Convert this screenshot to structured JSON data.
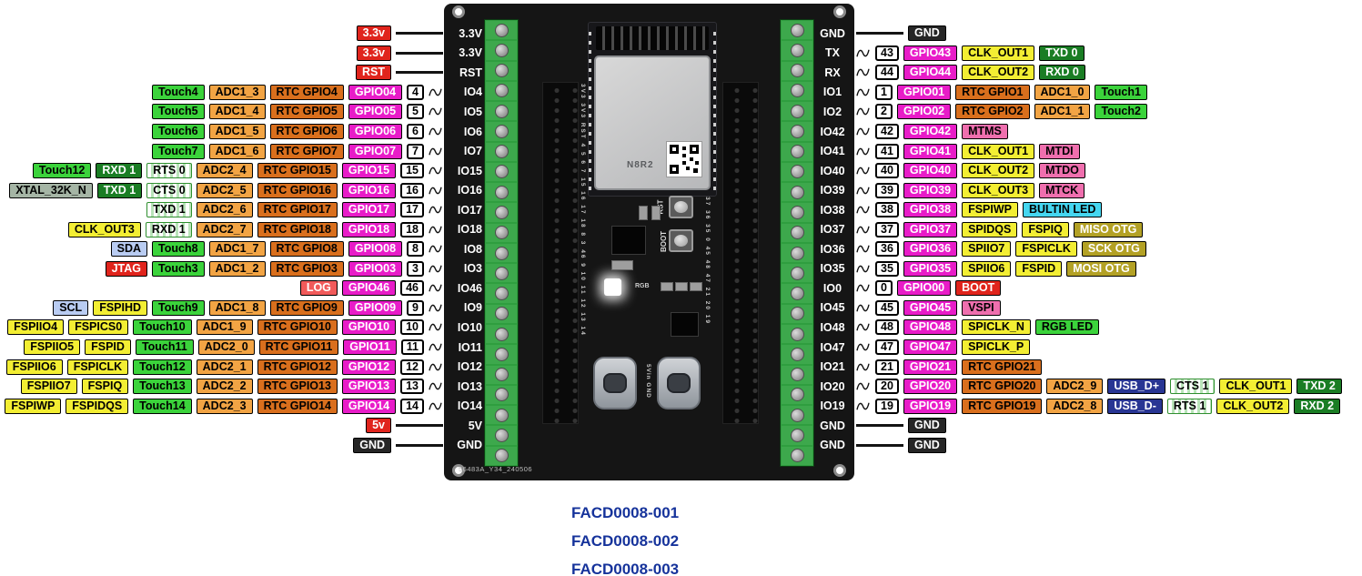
{
  "colors": {
    "caption": "#16339b",
    "board": "#151515",
    "terminal_green": "#3da84c"
  },
  "palette": {
    "red": {
      "bg": "#e0241c",
      "fg": "#ffffff"
    },
    "salmon": {
      "bg": "#f15a5a",
      "fg": "#ffffff"
    },
    "black": {
      "bg": "#262626",
      "fg": "#ffffff"
    },
    "green": {
      "bg": "#3bd33b",
      "fg": "#000000"
    },
    "dkgreen": {
      "bg": "#1a7d24",
      "fg": "#ffffff"
    },
    "orange": {
      "bg": "#f2a444",
      "fg": "#000000"
    },
    "dkorange": {
      "bg": "#d96f1d",
      "fg": "#000000"
    },
    "magenta": {
      "bg": "#e81cc8",
      "fg": "#ffffff"
    },
    "yellow": {
      "bg": "#f3ee33",
      "fg": "#000000"
    },
    "blue": {
      "bg": "#b9ccf2",
      "fg": "#000000"
    },
    "pink": {
      "bg": "#ef6fae",
      "fg": "#000000"
    },
    "cyan": {
      "bg": "#45d6f0",
      "fg": "#000000"
    },
    "olive": {
      "bg": "#b3a125",
      "fg": "#ffffff"
    },
    "navy": {
      "bg": "#283593",
      "fg": "#ffffff"
    },
    "gray": {
      "bg": "#a5b5a5",
      "fg": "#000000"
    },
    "stripe": {
      "bg": "stripe",
      "fg": "#000000"
    }
  },
  "left_rows": [
    {
      "pin": "3.3V",
      "wire": true,
      "tags": [
        {
          "t": "3.3v",
          "s": "red"
        }
      ]
    },
    {
      "pin": "3.3V",
      "wire": true,
      "tags": [
        {
          "t": "3.3v",
          "s": "red"
        }
      ]
    },
    {
      "pin": "RST",
      "wire": true,
      "tags": [
        {
          "t": "RST",
          "s": "red"
        }
      ]
    },
    {
      "pin": "IO4",
      "num": "4",
      "tags": [
        {
          "t": "Touch4",
          "s": "green"
        },
        {
          "t": "ADC1_3",
          "s": "orange"
        },
        {
          "t": "RTC GPIO4",
          "s": "dkorange"
        },
        {
          "t": "GPIO04",
          "s": "magenta"
        }
      ]
    },
    {
      "pin": "IO5",
      "num": "5",
      "tags": [
        {
          "t": "Touch5",
          "s": "green"
        },
        {
          "t": "ADC1_4",
          "s": "orange"
        },
        {
          "t": "RTC GPIO5",
          "s": "dkorange"
        },
        {
          "t": "GPIO05",
          "s": "magenta"
        }
      ]
    },
    {
      "pin": "IO6",
      "num": "6",
      "tags": [
        {
          "t": "Touch6",
          "s": "green"
        },
        {
          "t": "ADC1_5",
          "s": "orange"
        },
        {
          "t": "RTC GPIO6",
          "s": "dkorange"
        },
        {
          "t": "GPIO06",
          "s": "magenta"
        }
      ]
    },
    {
      "pin": "IO7",
      "num": "7",
      "tags": [
        {
          "t": "Touch7",
          "s": "green"
        },
        {
          "t": "ADC1_6",
          "s": "orange"
        },
        {
          "t": "RTC GPIO7",
          "s": "dkorange"
        },
        {
          "t": "GPIO07",
          "s": "magenta"
        }
      ]
    },
    {
      "pin": "IO15",
      "num": "15",
      "tags": [
        {
          "t": "Touch12",
          "s": "green"
        },
        {
          "t": "RXD 1",
          "s": "dkgreen"
        },
        {
          "t": "RTS 0",
          "s": "stripe"
        },
        {
          "t": "ADC2_4",
          "s": "orange"
        },
        {
          "t": "RTC GPIO15",
          "s": "dkorange"
        },
        {
          "t": "GPIO15",
          "s": "magenta"
        }
      ]
    },
    {
      "pin": "IO16",
      "num": "16",
      "tags": [
        {
          "t": "XTAL_32K_N",
          "s": "gray"
        },
        {
          "t": "TXD 1",
          "s": "dkgreen"
        },
        {
          "t": "CTS 0",
          "s": "stripe"
        },
        {
          "t": "ADC2_5",
          "s": "orange"
        },
        {
          "t": "RTC GPIO16",
          "s": "dkorange"
        },
        {
          "t": "GPIO16",
          "s": "magenta"
        }
      ]
    },
    {
      "pin": "IO17",
      "num": "17",
      "tags": [
        {
          "t": "TXD 1",
          "s": "stripe"
        },
        {
          "t": "ADC2_6",
          "s": "orange"
        },
        {
          "t": "RTC GPIO17",
          "s": "dkorange"
        },
        {
          "t": "GPIO17",
          "s": "magenta"
        }
      ]
    },
    {
      "pin": "IO18",
      "num": "18",
      "tags": [
        {
          "t": "CLK_OUT3",
          "s": "yellow"
        },
        {
          "t": "RXD 1",
          "s": "stripe"
        },
        {
          "t": "ADC2_7",
          "s": "orange"
        },
        {
          "t": "RTC GPIO18",
          "s": "dkorange"
        },
        {
          "t": "GPIO18",
          "s": "magenta"
        }
      ]
    },
    {
      "pin": "IO8",
      "num": "8",
      "tags": [
        {
          "t": "SDA",
          "s": "blue"
        },
        {
          "t": "Touch8",
          "s": "green"
        },
        {
          "t": "ADC1_7",
          "s": "orange"
        },
        {
          "t": "RTC GPIO8",
          "s": "dkorange"
        },
        {
          "t": "GPIO08",
          "s": "magenta"
        }
      ]
    },
    {
      "pin": "IO3",
      "num": "3",
      "tags": [
        {
          "t": "JTAG",
          "s": "red"
        },
        {
          "t": "Touch3",
          "s": "green"
        },
        {
          "t": "ADC1_2",
          "s": "orange"
        },
        {
          "t": "RTC GPIO3",
          "s": "dkorange"
        },
        {
          "t": "GPIO03",
          "s": "magenta"
        }
      ]
    },
    {
      "pin": "IO46",
      "num": "46",
      "tags": [
        {
          "t": "LOG",
          "s": "salmon"
        },
        {
          "t": "GPIO46",
          "s": "magenta"
        }
      ]
    },
    {
      "pin": "IO9",
      "num": "9",
      "tags": [
        {
          "t": "SCL",
          "s": "blue"
        },
        {
          "t": "FSPIHD",
          "s": "yellow"
        },
        {
          "t": "Touch9",
          "s": "green"
        },
        {
          "t": "ADC1_8",
          "s": "orange"
        },
        {
          "t": "RTC GPIO9",
          "s": "dkorange"
        },
        {
          "t": "GPIO09",
          "s": "magenta"
        }
      ]
    },
    {
      "pin": "IO10",
      "num": "10",
      "tags": [
        {
          "t": "FSPIIO4",
          "s": "yellow"
        },
        {
          "t": "FSPICS0",
          "s": "yellow"
        },
        {
          "t": "Touch10",
          "s": "green"
        },
        {
          "t": "ADC1_9",
          "s": "orange"
        },
        {
          "t": "RTC GPIO10",
          "s": "dkorange"
        },
        {
          "t": "GPIO10",
          "s": "magenta"
        }
      ]
    },
    {
      "pin": "IO11",
      "num": "11",
      "tags": [
        {
          "t": "FSPIIO5",
          "s": "yellow"
        },
        {
          "t": "FSPID",
          "s": "yellow"
        },
        {
          "t": "Touch11",
          "s": "green"
        },
        {
          "t": "ADC2_0",
          "s": "orange"
        },
        {
          "t": "RTC GPIO11",
          "s": "dkorange"
        },
        {
          "t": "GPIO11",
          "s": "magenta"
        }
      ]
    },
    {
      "pin": "IO12",
      "num": "12",
      "tags": [
        {
          "t": "FSPIIO6",
          "s": "yellow"
        },
        {
          "t": "FSPICLK",
          "s": "yellow"
        },
        {
          "t": "Touch12",
          "s": "green"
        },
        {
          "t": "ADC2_1",
          "s": "orange"
        },
        {
          "t": "RTC GPIO12",
          "s": "dkorange"
        },
        {
          "t": "GPIO12",
          "s": "magenta"
        }
      ]
    },
    {
      "pin": "IO13",
      "num": "13",
      "tags": [
        {
          "t": "FSPIIO7",
          "s": "yellow"
        },
        {
          "t": "FSPIQ",
          "s": "yellow"
        },
        {
          "t": "Touch13",
          "s": "green"
        },
        {
          "t": "ADC2_2",
          "s": "orange"
        },
        {
          "t": "RTC GPIO13",
          "s": "dkorange"
        },
        {
          "t": "GPIO13",
          "s": "magenta"
        }
      ]
    },
    {
      "pin": "IO14",
      "num": "14",
      "tags": [
        {
          "t": "FSPIWP",
          "s": "yellow"
        },
        {
          "t": "FSPIDQS",
          "s": "yellow"
        },
        {
          "t": "Touch14",
          "s": "green"
        },
        {
          "t": "ADC2_3",
          "s": "orange"
        },
        {
          "t": "RTC GPIO14",
          "s": "dkorange"
        },
        {
          "t": "GPIO14",
          "s": "magenta"
        }
      ]
    },
    {
      "pin": "5V",
      "wire": true,
      "tags": [
        {
          "t": "5v",
          "s": "red"
        }
      ]
    },
    {
      "pin": "GND",
      "wire": true,
      "tags": [
        {
          "t": "GND",
          "s": "black"
        }
      ]
    }
  ],
  "right_rows": [
    {
      "pin": "GND",
      "wire": true,
      "tags": [
        {
          "t": "GND",
          "s": "black"
        }
      ]
    },
    {
      "pin": "TX",
      "num": "43",
      "tags": [
        {
          "t": "GPIO43",
          "s": "magenta"
        },
        {
          "t": "CLK_OUT1",
          "s": "yellow"
        },
        {
          "t": "TXD 0",
          "s": "dkgreen"
        }
      ]
    },
    {
      "pin": "RX",
      "num": "44",
      "tags": [
        {
          "t": "GPIO44",
          "s": "magenta"
        },
        {
          "t": "CLK_OUT2",
          "s": "yellow"
        },
        {
          "t": "RXD 0",
          "s": "dkgreen"
        }
      ]
    },
    {
      "pin": "IO1",
      "num": "1",
      "tags": [
        {
          "t": "GPIO01",
          "s": "magenta"
        },
        {
          "t": "RTC GPIO1",
          "s": "dkorange"
        },
        {
          "t": "ADC1_0",
          "s": "orange"
        },
        {
          "t": "Touch1",
          "s": "green"
        }
      ]
    },
    {
      "pin": "IO2",
      "num": "2",
      "tags": [
        {
          "t": "GPIO02",
          "s": "magenta"
        },
        {
          "t": "RTC GPIO2",
          "s": "dkorange"
        },
        {
          "t": "ADC1_1",
          "s": "orange"
        },
        {
          "t": "Touch2",
          "s": "green"
        }
      ]
    },
    {
      "pin": "IO42",
      "num": "42",
      "tags": [
        {
          "t": "GPIO42",
          "s": "magenta"
        },
        {
          "t": "MTMS",
          "s": "pink"
        }
      ]
    },
    {
      "pin": "IO41",
      "num": "41",
      "tags": [
        {
          "t": "GPIO41",
          "s": "magenta"
        },
        {
          "t": "CLK_OUT1",
          "s": "yellow"
        },
        {
          "t": "MTDI",
          "s": "pink"
        }
      ]
    },
    {
      "pin": "IO40",
      "num": "40",
      "tags": [
        {
          "t": "GPIO40",
          "s": "magenta"
        },
        {
          "t": "CLK_OUT2",
          "s": "yellow"
        },
        {
          "t": "MTDO",
          "s": "pink"
        }
      ]
    },
    {
      "pin": "IO39",
      "num": "39",
      "tags": [
        {
          "t": "GPIO39",
          "s": "magenta"
        },
        {
          "t": "CLK_OUT3",
          "s": "yellow"
        },
        {
          "t": "MTCK",
          "s": "pink"
        }
      ]
    },
    {
      "pin": "IO38",
      "num": "38",
      "tags": [
        {
          "t": "GPIO38",
          "s": "magenta"
        },
        {
          "t": "FSPIWP",
          "s": "yellow"
        },
        {
          "t": "BULTIN LED",
          "s": "cyan"
        }
      ]
    },
    {
      "pin": "IO37",
      "num": "37",
      "tags": [
        {
          "t": "GPIO37",
          "s": "magenta"
        },
        {
          "t": "SPIDQS",
          "s": "yellow"
        },
        {
          "t": "FSPIQ",
          "s": "yellow"
        },
        {
          "t": "MISO OTG",
          "s": "olive"
        }
      ]
    },
    {
      "pin": "IO36",
      "num": "36",
      "tags": [
        {
          "t": "GPIO36",
          "s": "magenta"
        },
        {
          "t": "SPIIO7",
          "s": "yellow"
        },
        {
          "t": "FSPICLK",
          "s": "yellow"
        },
        {
          "t": "SCK OTG",
          "s": "olive"
        }
      ]
    },
    {
      "pin": "IO35",
      "num": "35",
      "tags": [
        {
          "t": "GPIO35",
          "s": "magenta"
        },
        {
          "t": "SPIIO6",
          "s": "yellow"
        },
        {
          "t": "FSPID",
          "s": "yellow"
        },
        {
          "t": "MOSI OTG",
          "s": "olive"
        }
      ]
    },
    {
      "pin": "IO0",
      "num": "0",
      "tags": [
        {
          "t": "GPIO00",
          "s": "magenta"
        },
        {
          "t": "BOOT",
          "s": "red"
        }
      ]
    },
    {
      "pin": "IO45",
      "num": "45",
      "tags": [
        {
          "t": "GPIO45",
          "s": "magenta"
        },
        {
          "t": "VSPI",
          "s": "pink"
        }
      ]
    },
    {
      "pin": "IO48",
      "num": "48",
      "tags": [
        {
          "t": "GPIO48",
          "s": "magenta"
        },
        {
          "t": "SPICLK_N",
          "s": "yellow"
        },
        {
          "t": "RGB LED",
          "s": "green"
        }
      ]
    },
    {
      "pin": "IO47",
      "num": "47",
      "tags": [
        {
          "t": "GPIO47",
          "s": "magenta"
        },
        {
          "t": "SPICLK_P",
          "s": "yellow"
        }
      ]
    },
    {
      "pin": "IO21",
      "num": "21",
      "tags": [
        {
          "t": "GPIO21",
          "s": "magenta"
        },
        {
          "t": "RTC GPIO21",
          "s": "dkorange"
        }
      ]
    },
    {
      "pin": "IO20",
      "num": "20",
      "tags": [
        {
          "t": "GPIO20",
          "s": "magenta"
        },
        {
          "t": "RTC GPIO20",
          "s": "dkorange"
        },
        {
          "t": "ADC2_9",
          "s": "orange"
        },
        {
          "t": "USB_D+",
          "s": "navy"
        },
        {
          "t": "CTS 1",
          "s": "stripe"
        },
        {
          "t": "CLK_OUT1",
          "s": "yellow"
        },
        {
          "t": "TXD 2",
          "s": "dkgreen"
        }
      ]
    },
    {
      "pin": "IO19",
      "num": "19",
      "tags": [
        {
          "t": "GPIO19",
          "s": "magenta"
        },
        {
          "t": "RTC GPIO19",
          "s": "dkorange"
        },
        {
          "t": "ADC2_8",
          "s": "orange"
        },
        {
          "t": "USB_D-",
          "s": "navy"
        },
        {
          "t": "RTS 1",
          "s": "stripe"
        },
        {
          "t": "CLK_OUT2",
          "s": "yellow"
        },
        {
          "t": "RXD 2",
          "s": "dkgreen"
        }
      ]
    },
    {
      "pin": "GND",
      "wire": true,
      "tags": [
        {
          "t": "GND",
          "s": "black"
        }
      ]
    },
    {
      "pin": "GND",
      "wire": true,
      "tags": [
        {
          "t": "GND",
          "s": "black"
        }
      ]
    }
  ],
  "board": {
    "module_marking": "N8R2",
    "silkscreen_id": "56483A_Y34_240506",
    "buttons": [
      "RST",
      "BOOT"
    ],
    "rgb_label": "RGB",
    "left_silk": "3V3 3V3 RST 4 5 6 7 15 16 17 18 8 3 46 9 10 11 12 13 14",
    "right_silk": "43 44 1 2 42 41 40 39 38 37 36 35 0 45 48 47 21 20 19",
    "usb_silk": "5Vin GND"
  },
  "captions": [
    "FACD0008-001",
    "FACD0008-002",
    "FACD0008-003"
  ]
}
